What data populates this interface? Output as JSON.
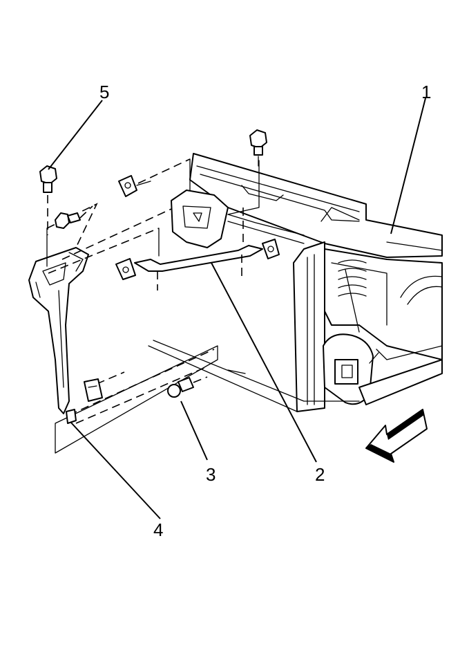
{
  "callouts": [
    {
      "id": "1",
      "label": "1"
    },
    {
      "id": "2",
      "label": "2"
    },
    {
      "id": "3",
      "label": "3"
    },
    {
      "id": "4",
      "label": "4"
    },
    {
      "id": "5",
      "label": "5"
    }
  ],
  "icons": {
    "direction_arrow": "front-direction-arrow-icon"
  }
}
